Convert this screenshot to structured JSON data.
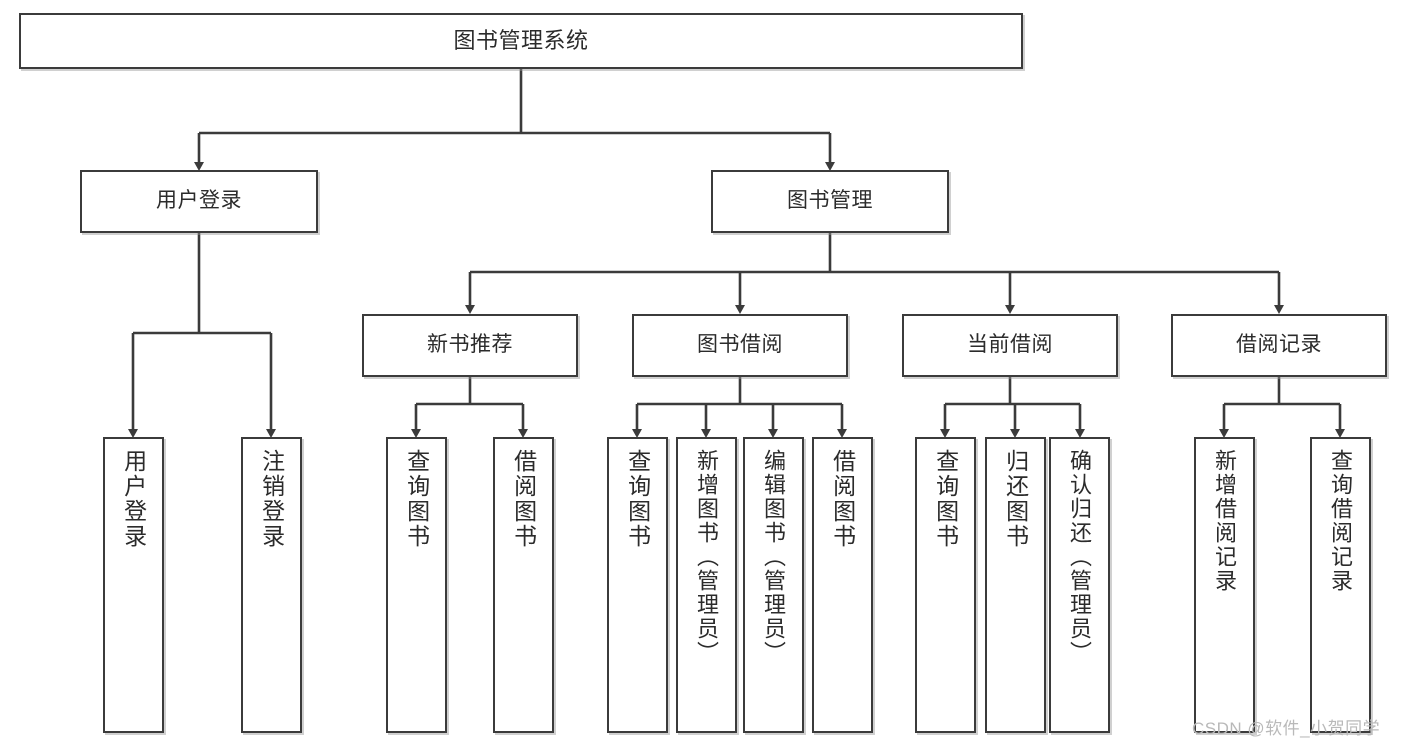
{
  "diagram": {
    "title": "图书管理系统",
    "type": "tree-hierarchy-diagram",
    "watermark": "CSDN @软件_小贺同学",
    "colors": {
      "box_border": "#3b3b3b",
      "box_fill": "#ffffff",
      "edge": "#3b3b3b",
      "text": "#2b2b2b",
      "watermark": "#b9b9b9",
      "background": "#ffffff"
    },
    "root": {
      "id": "root",
      "label": "图书管理系统"
    },
    "level2": [
      {
        "id": "user-login",
        "label": "用户登录"
      },
      {
        "id": "book-management",
        "label": "图书管理"
      }
    ],
    "level3": [
      {
        "id": "new-book-recommend",
        "label": "新书推荐",
        "parent": "book-management"
      },
      {
        "id": "book-borrow",
        "label": "图书借阅",
        "parent": "book-management"
      },
      {
        "id": "current-borrow",
        "label": "当前借阅",
        "parent": "book-management"
      },
      {
        "id": "borrow-record",
        "label": "借阅记录",
        "parent": "book-management"
      }
    ],
    "leaves": [
      {
        "id": "leaf-user-login",
        "label": "用户登录",
        "parent": "user-login"
      },
      {
        "id": "leaf-logout-login",
        "label": "注销登录",
        "parent": "user-login"
      },
      {
        "id": "leaf-query-book-1",
        "label": "查询图书",
        "parent": "new-book-recommend"
      },
      {
        "id": "leaf-borrow-book-1",
        "label": "借阅图书",
        "parent": "new-book-recommend"
      },
      {
        "id": "leaf-query-book-2",
        "label": "查询图书",
        "parent": "book-borrow"
      },
      {
        "id": "leaf-add-book-admin",
        "label": "新增图书（管理员）",
        "parent": "book-borrow"
      },
      {
        "id": "leaf-edit-book-admin",
        "label": "编辑图书（管理员）",
        "parent": "book-borrow"
      },
      {
        "id": "leaf-borrow-book-2",
        "label": "借阅图书",
        "parent": "book-borrow"
      },
      {
        "id": "leaf-query-book-3",
        "label": "查询图书",
        "parent": "current-borrow"
      },
      {
        "id": "leaf-return-book",
        "label": "归还图书",
        "parent": "current-borrow"
      },
      {
        "id": "leaf-confirm-return-admin",
        "label": "确认归还（管理员）",
        "parent": "current-borrow"
      },
      {
        "id": "leaf-add-borrow-record",
        "label": "新增借阅记录",
        "parent": "borrow-record"
      },
      {
        "id": "leaf-query-borrow-record",
        "label": "查询借阅记录",
        "parent": "borrow-record"
      }
    ]
  }
}
